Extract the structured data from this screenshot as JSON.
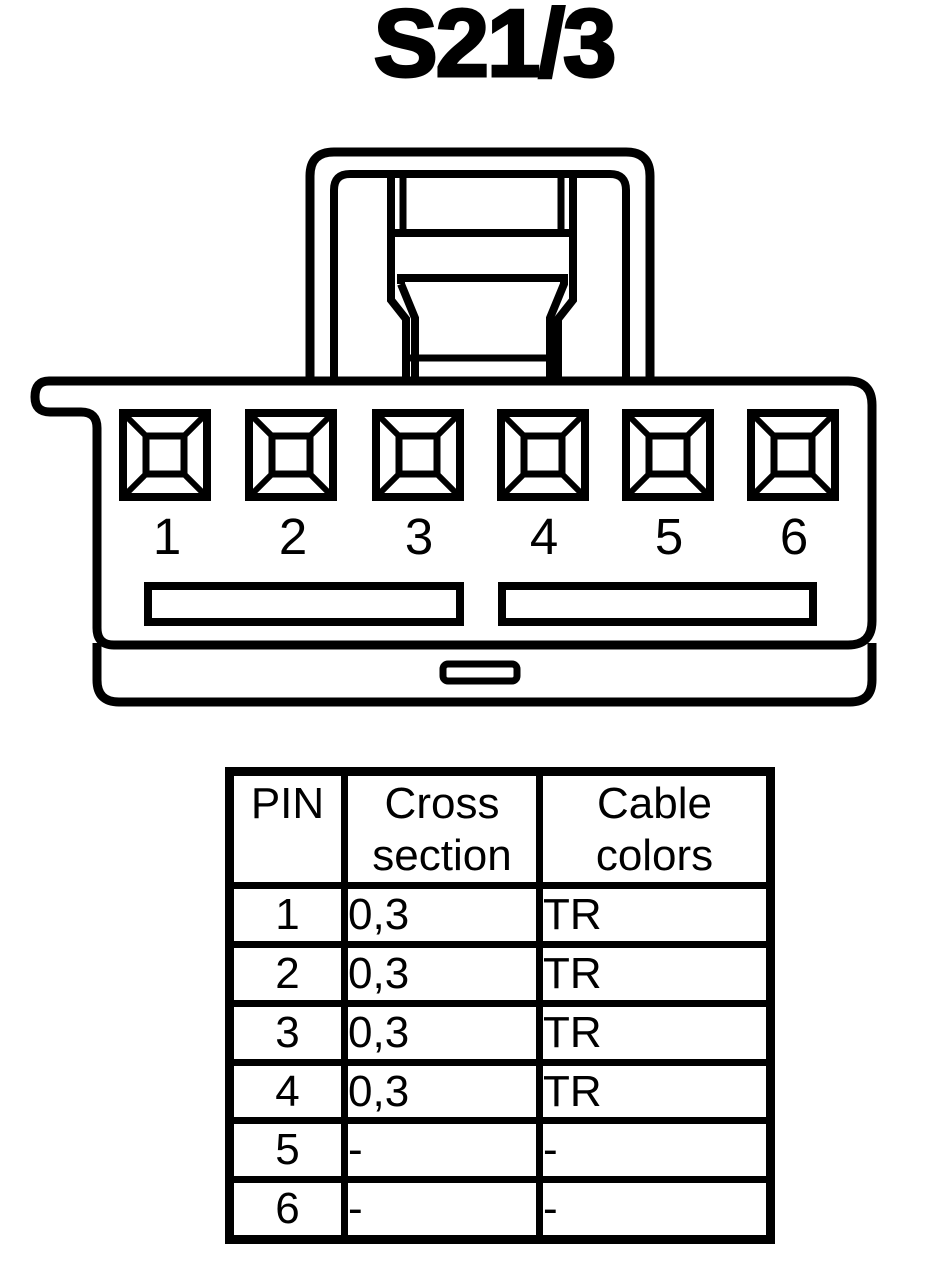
{
  "title": "S21/3",
  "connector": {
    "description": "6-pin connector front view with top latch, left side tab, two cable slots and keying notch",
    "pin_labels": [
      "1",
      "2",
      "3",
      "4",
      "5",
      "6"
    ]
  },
  "table": {
    "headers": {
      "pin": "PIN",
      "cross_section": "Cross section",
      "cable_colors": "Cable colors"
    },
    "rows": [
      {
        "pin": "1",
        "cross_section": "0,3",
        "cable_colors": "TR"
      },
      {
        "pin": "2",
        "cross_section": "0,3",
        "cable_colors": "TR"
      },
      {
        "pin": "3",
        "cross_section": "0,3",
        "cable_colors": "TR"
      },
      {
        "pin": "4",
        "cross_section": "0,3",
        "cable_colors": "TR"
      },
      {
        "pin": "5",
        "cross_section": "-",
        "cable_colors": "-"
      },
      {
        "pin": "6",
        "cross_section": "-",
        "cable_colors": "-"
      }
    ]
  },
  "colors": {
    "line": "#000000",
    "background": "#ffffff"
  }
}
